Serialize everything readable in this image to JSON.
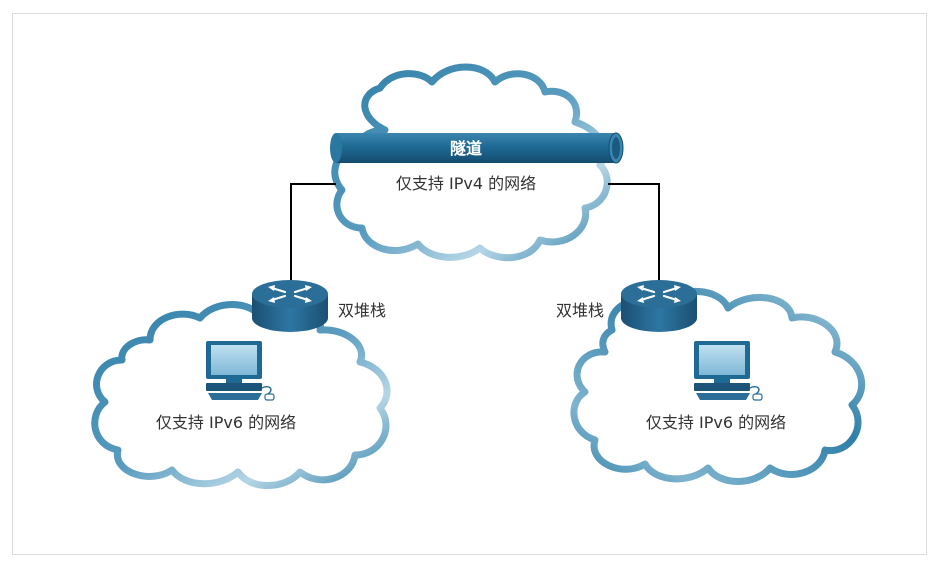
{
  "tunnel": {
    "label": "隧道"
  },
  "clouds": {
    "top": {
      "label": "仅支持 IPv4 的网络"
    },
    "left": {
      "label": "仅支持 IPv6 的网络"
    },
    "right": {
      "label": "仅支持 IPv6 的网络"
    }
  },
  "routers": {
    "left": {
      "label": "双堆栈"
    },
    "right": {
      "label": "双堆栈"
    }
  },
  "colors": {
    "cloud_dark": "#2f7fa8",
    "cloud_light": "#a9cfe1",
    "router_top": "#2b6f98",
    "router_side": "#1d557a",
    "tunnel": "#1f6a95",
    "link": "#000000"
  },
  "icons": [
    "router-icon",
    "computer-icon",
    "cloud-icon",
    "tunnel-pipe-icon"
  ]
}
